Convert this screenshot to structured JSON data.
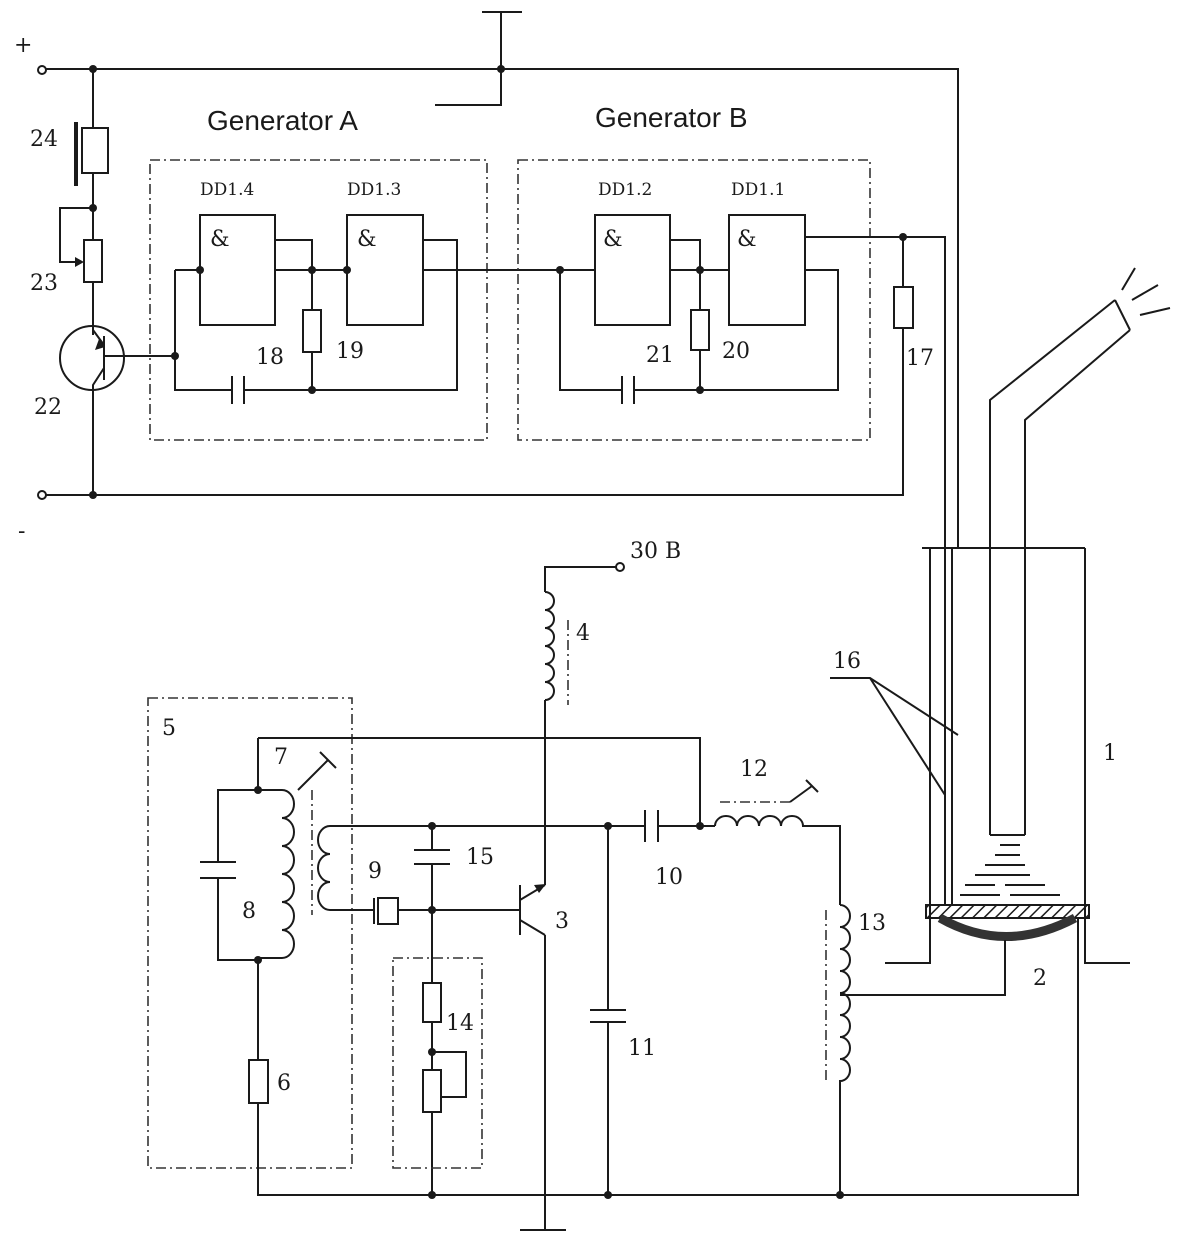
{
  "power": {
    "plus": "+",
    "minus": "-",
    "supply": "30 B"
  },
  "generators": {
    "a": "Generator A",
    "b": "Generator B"
  },
  "gates": [
    {
      "name": "DD1.4",
      "symbol": "&"
    },
    {
      "name": "DD1.3",
      "symbol": "&"
    },
    {
      "name": "DD1.2",
      "symbol": "&"
    },
    {
      "name": "DD1.1",
      "symbol": "&"
    }
  ],
  "components": {
    "c1": "1",
    "c2": "2",
    "c3": "3",
    "c4": "4",
    "c5": "5",
    "c6": "6",
    "c7": "7",
    "c8": "8",
    "c9": "9",
    "c10": "10",
    "c11": "11",
    "c12": "12",
    "c13": "13",
    "c14": "14",
    "c15": "15",
    "c16": "16",
    "c17": "17",
    "c18": "18",
    "c19": "19",
    "c20": "20",
    "c21": "21",
    "c22": "22",
    "c23": "23",
    "c24": "24"
  }
}
